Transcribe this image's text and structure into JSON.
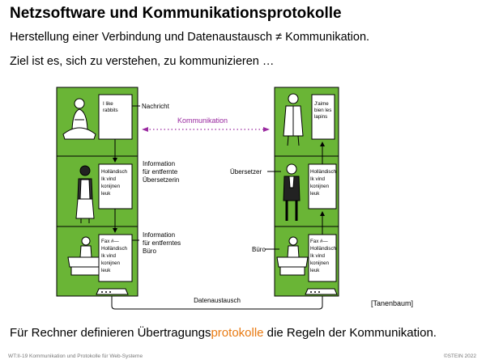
{
  "title": "Netzsoftware und Kommunikationsprotokolle",
  "line1": {
    "before": "Herstellung einer Verbindung und Datenaustausch",
    "symbol": "≠",
    "after": "Kommunikation."
  },
  "line2": "Ziel ist es, sich zu verstehen, zu kommunizieren …",
  "diagram": {
    "left_labels": {
      "nachricht": "Nachricht",
      "info_translator": [
        "Information",
        "für entfernte",
        "Übersetzerin"
      ],
      "info_office": [
        "Information",
        "für entferntes",
        "Büro"
      ]
    },
    "right_labels": {
      "translator": "Übersetzer",
      "office": "Büro"
    },
    "kommunikation": "Kommunikation",
    "datenaustausch": "Datenaustausch",
    "left_notes": {
      "top": [
        "I like",
        "rabbits"
      ],
      "middle": [
        "Holländisch",
        "Ik vind",
        "konijnen",
        "leuk"
      ],
      "bottom": [
        "Fax #—",
        "Holländisch",
        "Ik vind",
        "konijnen",
        "leuk"
      ]
    },
    "right_notes": {
      "top": [
        "J'aime",
        "bien les",
        "lapins"
      ],
      "middle": [
        "Holländisch",
        "Ik vind",
        "konijnen",
        "leuk"
      ],
      "bottom": [
        "Fax #—",
        "Holländisch",
        "Ik vind",
        "konijnen",
        "leuk"
      ]
    },
    "source": "[Tanenbaum]"
  },
  "bottom_line": {
    "before": "Für Rechner definieren Übertragungs",
    "accent": "protokolle",
    "after": " die Regeln der Kommunikation."
  },
  "footer": {
    "left": "WT:II-19    Kommunikation und Protokolle für Web-Systeme",
    "right": "©STEIN 2022"
  },
  "colors": {
    "layer_green": "#6ab536",
    "accent_orange": "#e87a12",
    "kommunikation_purple": "#9a2aa0"
  }
}
